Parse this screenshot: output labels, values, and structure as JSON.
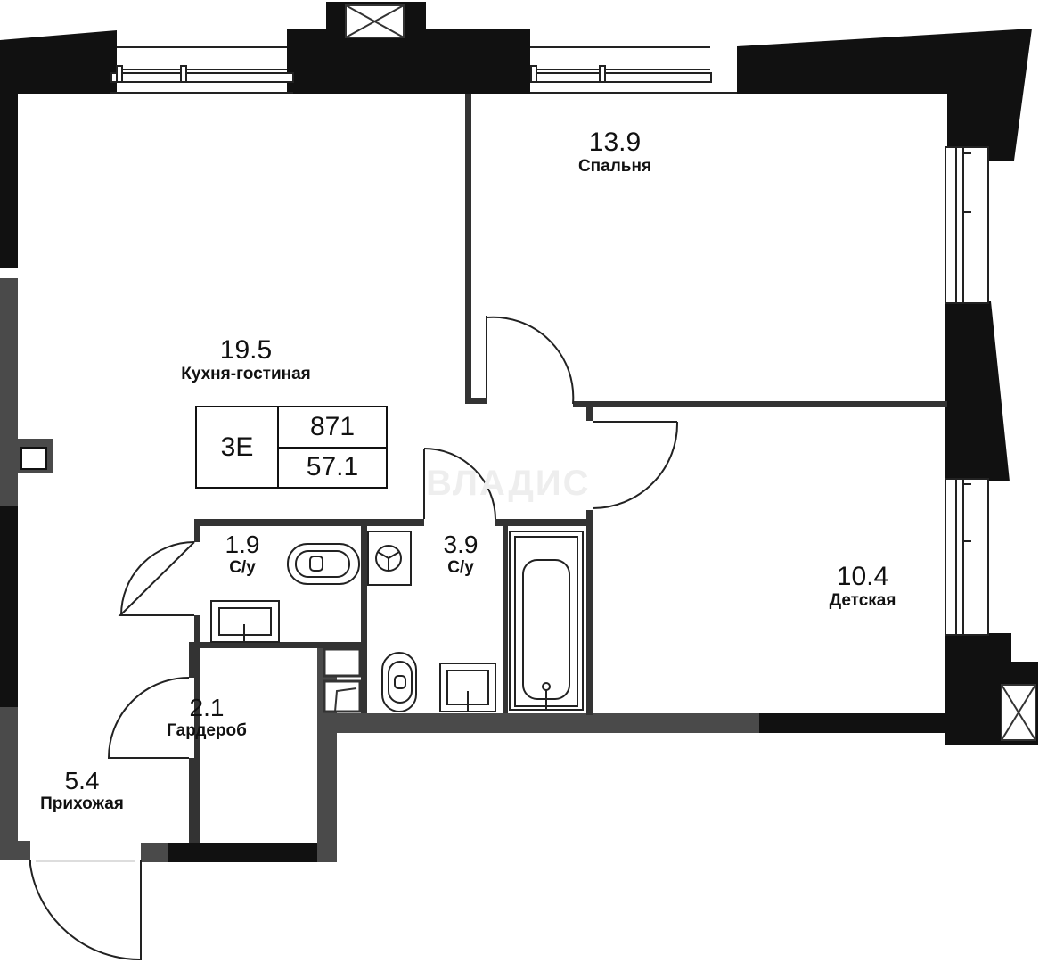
{
  "plan": {
    "apartment": {
      "type_code": "3Е",
      "number": "871",
      "total_area": "57.1"
    },
    "rooms": [
      {
        "id": "kitchen-living",
        "area": "19.5",
        "name": "Кухня-гостиная"
      },
      {
        "id": "bedroom",
        "area": "13.9",
        "name": "Спальня"
      },
      {
        "id": "kids-room",
        "area": "10.4",
        "name": "Детская"
      },
      {
        "id": "bathroom-small",
        "area": "1.9",
        "name": "С/у"
      },
      {
        "id": "bathroom-large",
        "area": "3.9",
        "name": "С/у"
      },
      {
        "id": "wardrobe",
        "area": "2.1",
        "name": "Гардероб"
      },
      {
        "id": "hallway",
        "area": "5.4",
        "name": "Прихожая"
      }
    ],
    "watermark": "ВЛАДИС",
    "colors": {
      "wall": "#111111",
      "partition": "#4a4a4a",
      "background": "#ffffff",
      "line": "#222222"
    }
  }
}
